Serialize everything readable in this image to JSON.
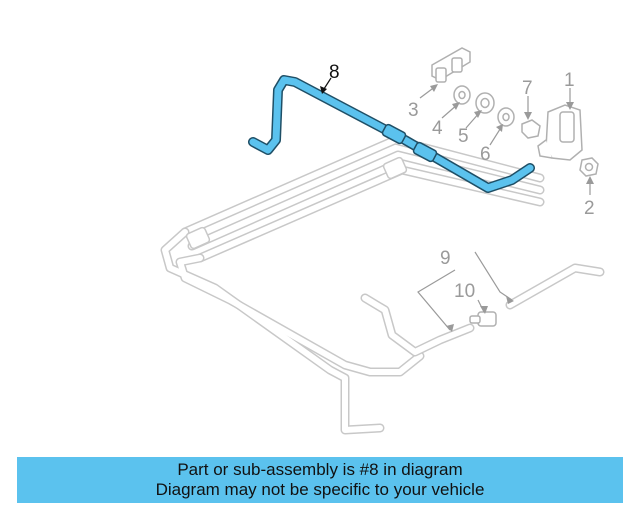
{
  "diagram": {
    "highlight_color": "#5bc2ee",
    "part_color": "#c8c8c8",
    "callouts": {
      "c1": "1",
      "c2": "2",
      "c3": "3",
      "c4": "4",
      "c5": "5",
      "c6": "6",
      "c7": "7",
      "c8": "8",
      "c9": "9",
      "c10": "10"
    }
  },
  "banner": {
    "line1": "Part or sub-assembly is #8 in diagram",
    "line2": "Diagram may not be specific to your vehicle",
    "color": "#5bc2ee"
  }
}
